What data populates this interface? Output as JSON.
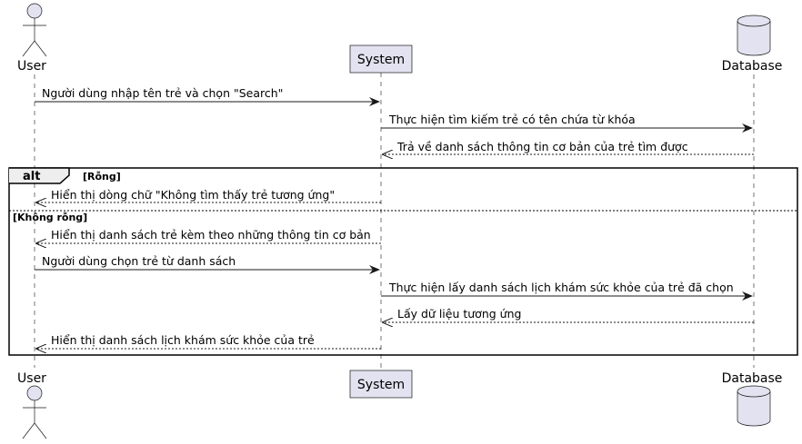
{
  "participants": {
    "user": "User",
    "system": "System",
    "database": "Database"
  },
  "messages": [
    "Người dùng nhập tên trẻ và chọn \"Search\"",
    "Thực hiện tìm kiếm trẻ có tên chứa từ khóa",
    "Trả về danh sách thông tin cơ bản của trẻ tìm được",
    "Hiển thị dòng chữ \"Không tìm thấy trẻ tương ứng\"",
    "Hiển thị danh sách trẻ kèm theo những thông tin cơ bản",
    "Người dùng chọn trẻ từ danh sách",
    "Thực hiện lấy danh sách lịch khám sức khỏe của trẻ đã chọn",
    "Lấy dữ liệu tương ứng",
    "Hiển thị danh sách lịch khám sức khỏe của trẻ"
  ],
  "alt": {
    "keyword": "alt",
    "guard_1": "[Rỗng]",
    "guard_2": "[Không rỗng]"
  },
  "colors": {
    "participant_fill": "#E2E2F0",
    "participant_border": "#181818",
    "lifeline": "#181818",
    "arrow": "#181818"
  }
}
